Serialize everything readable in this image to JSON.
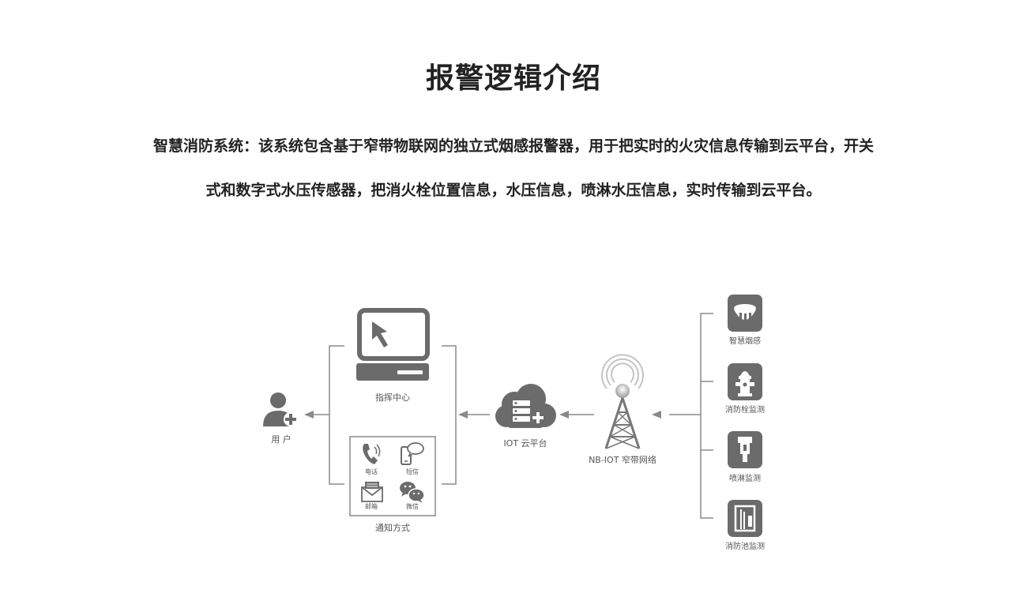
{
  "title": "报警逻辑介绍",
  "description": {
    "line1": "智慧消防系统：该系统包含基于窄带物联网的独立式烟感报警器，用于把实时的火灾信息传输到云平台，开关",
    "line2": "式和数字式水压传感器，把消火栓位置信息，水压信息，喷淋水压信息，实时传输到云平台。"
  },
  "diagram": {
    "user": "用 户",
    "command_center": "指挥中心",
    "notify_methods": "通知方式",
    "notify_items": {
      "phone": "电话",
      "sms": "短信",
      "email": "邮箱",
      "wechat": "微信"
    },
    "cloud": "IOT 云平台",
    "network": "NB-IOT 窄带网络",
    "devices": {
      "smoke": "智慧烟感",
      "hydrant": "消防栓监测",
      "sprinkler": "喷淋监测",
      "pool": "消防池监测"
    }
  },
  "colors": {
    "icon": "#6b6b6b",
    "line": "#8a8a8a",
    "text": "#222222"
  }
}
